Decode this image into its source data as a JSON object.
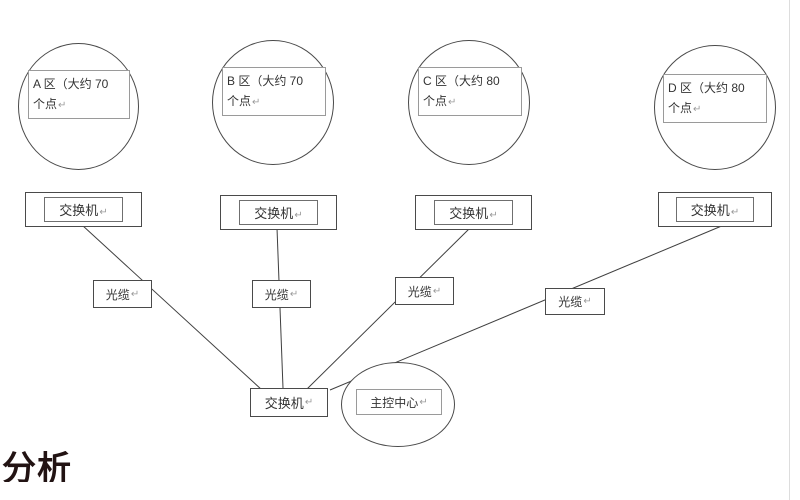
{
  "diagram": {
    "return_mark": "↵",
    "zones": [
      {
        "name": "A",
        "label_line1": "A 区（大约 70",
        "label_line2": "个点"
      },
      {
        "name": "B",
        "label_line1": "B 区（大约 70",
        "label_line2": "个点"
      },
      {
        "name": "C",
        "label_line1": "C 区（大约 80",
        "label_line2": "个点"
      },
      {
        "name": "D",
        "label_line1": "D 区（大约 80",
        "label_line2": "个点"
      }
    ],
    "switch_label": "交换机",
    "cable_label": "光缆",
    "core_switch_label": "交换机",
    "control_center_label": "主控中心",
    "caption_partial": "分析"
  }
}
